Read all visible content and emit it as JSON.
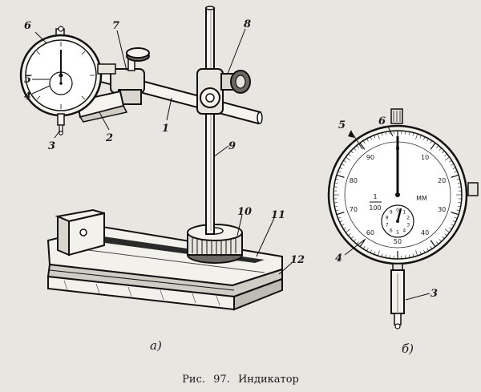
{
  "figure": {
    "caption_prefix": "Рис.",
    "caption_number": "97.",
    "caption_title": "Индикатор"
  },
  "part_a": {
    "sublabel": "а)",
    "callouts": [
      "6",
      "7",
      "8",
      "5",
      "4",
      "3",
      "2",
      "1",
      "9",
      "10",
      "11",
      "12"
    ]
  },
  "part_b": {
    "sublabel": "б)",
    "callouts": [
      "5",
      "6",
      "4",
      "3"
    ],
    "dial_unit": "ММ",
    "fraction_num": "1",
    "fraction_den": "100",
    "outer_scale": [
      "0",
      "10",
      "20",
      "30",
      "40",
      "50",
      "60",
      "70",
      "80",
      "90"
    ],
    "small_scale": [
      "0",
      "1",
      "2",
      "3",
      "4",
      "5",
      "6",
      "7",
      "8",
      "9"
    ]
  }
}
